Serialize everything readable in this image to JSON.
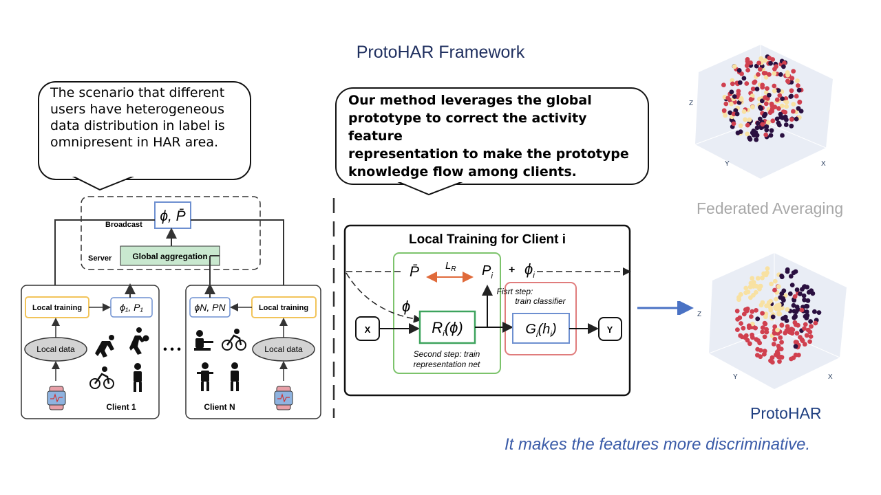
{
  "title": "ProtoHAR Framework",
  "bubble_left": {
    "lines": [
      "The scenario that different",
      "users have heterogeneous",
      "data distribution in label is",
      "omnipresent in HAR area."
    ]
  },
  "bubble_right": {
    "lines": [
      "Our method leverages the global",
      "prototype to correct the activity feature",
      "representation to make the prototype",
      "knowledge flow among clients."
    ]
  },
  "left_diagram": {
    "broadcast": "Broadcast",
    "server": "Server",
    "global_aggregation": "Global aggregation",
    "server_params": "ϕ, P̄",
    "client1": {
      "local_training": "Local training",
      "params": "ϕ₁, P₁",
      "local_data": "Local data",
      "name": "Client 1"
    },
    "clientN": {
      "local_training": "Local training",
      "params": "ϕN, PN",
      "local_data": "Local data",
      "name": "Client N"
    },
    "ellipsis": "• • •"
  },
  "right_diagram": {
    "title": "Local Training for Client i",
    "p_bar": "P̄",
    "lr": "L",
    "lr_sub": "R",
    "p_i": "P",
    "p_i_sub": "i",
    "plus": "+",
    "phi_i": "ϕ",
    "phi_i_sub": "i",
    "phi": "ϕ",
    "first_step": [
      "Fisrt step:",
      "train classifier"
    ],
    "x": "X",
    "r": "R",
    "r_sub": "i",
    "r_arg": "(ϕ)",
    "g": "G",
    "g_sub": "i",
    "g_arg": "(h",
    "g_arg_sub": "i",
    "g_arg_end": ")",
    "y": "Y",
    "second_step": [
      "Second step: train",
      "representation net"
    ]
  },
  "plots": {
    "top_label": "Federated Averaging",
    "bottom_label": "ProtoHAR",
    "axis_z": "Z",
    "axis_y": "Y",
    "axis_x": "X",
    "colors": {
      "red": "#d0404f",
      "dark": "#2a1040",
      "cream": "#f8e1a2"
    }
  },
  "conclusion": "It makes the features more discriminative.",
  "colors": {
    "title": "#1f2f5f",
    "accent_blue": "#4a72c4",
    "green": "#7cc36b",
    "pink": "#e07c7c",
    "orange_box": "#f2c45a",
    "agg_green": "#c9e8cf"
  }
}
